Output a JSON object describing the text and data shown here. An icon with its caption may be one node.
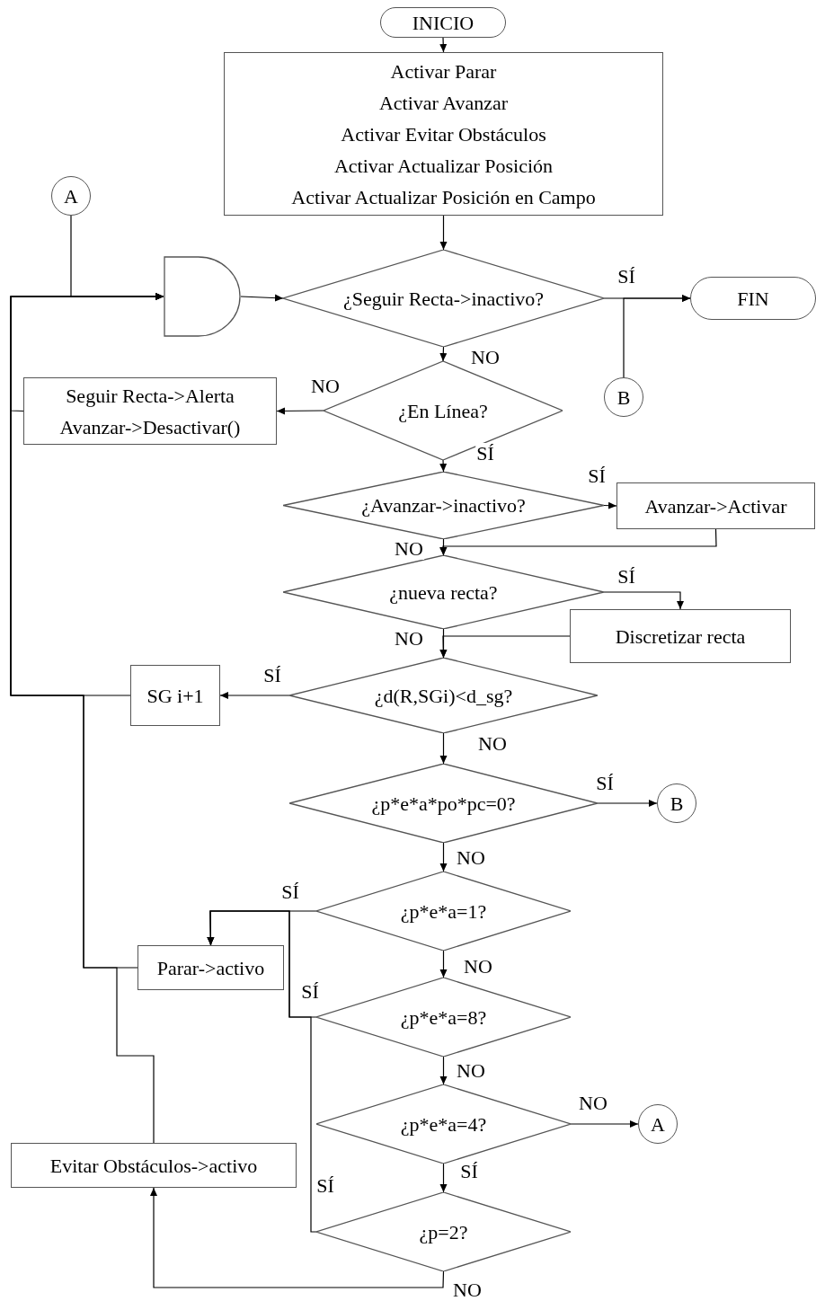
{
  "diagram": {
    "nodes": [
      {
        "text": [
          "INICIO"
        ]
      },
      {
        "text": [
          "Activar Parar",
          "Activar Avanzar",
          "Activar Evitar Obstáculos",
          "Activar Actualizar Posición",
          "Activar Actualizar Posición en Campo"
        ]
      },
      {
        "text": [
          "A"
        ]
      },
      {
        "text": [],
        "shape": "gate"
      },
      {
        "text": [
          "¿Seguir Recta->inactivo?"
        ]
      },
      {
        "text": [
          "FIN"
        ]
      },
      {
        "text": [
          "B"
        ]
      },
      {
        "text": [
          "Seguir Recta->Alerta",
          "Avanzar->Desactivar()"
        ]
      },
      {
        "text": [
          "¿En Línea?"
        ]
      },
      {
        "text": [
          "¿Avanzar->inactivo?"
        ]
      },
      {
        "text": [
          "Avanzar->Activar"
        ]
      },
      {
        "text": [
          "¿nueva recta?"
        ]
      },
      {
        "text": [
          "Discretizar recta"
        ]
      },
      {
        "text": [
          "SG i+1"
        ]
      },
      {
        "text": [
          "¿d(R,SGi)<d_sg?"
        ]
      },
      {
        "text": [
          "¿p*e*a*po*pc=0?"
        ]
      },
      {
        "text": [
          "B"
        ]
      },
      {
        "text": [
          "¿p*e*a=1?"
        ]
      },
      {
        "text": [
          "Parar->activo"
        ]
      },
      {
        "text": [
          "¿p*e*a=8?"
        ]
      },
      {
        "text": [
          "¿p*e*a=4?"
        ]
      },
      {
        "text": [
          "A"
        ]
      },
      {
        "text": [
          "Evitar Obstáculos->activo"
        ]
      },
      {
        "text": [
          "¿p=2?"
        ]
      }
    ],
    "edges": [
      {
        "from": 0,
        "to": 1,
        "arrow": "to"
      },
      {
        "from": 1,
        "to": 4,
        "arrow": "to"
      },
      {
        "from": 2,
        "to": 3,
        "arrow": "to"
      },
      {
        "from": 7,
        "to": 3,
        "arrow": "to"
      },
      {
        "from": 13,
        "to": 3,
        "arrow": "to"
      },
      {
        "from": 3,
        "to": 4,
        "arrow": "to"
      },
      {
        "from": 4,
        "to": 5,
        "arrow": "to",
        "label": "SÍ"
      },
      {
        "from": 6,
        "to": 5,
        "arrow": "to"
      },
      {
        "from": 4,
        "to": 8,
        "arrow": "to",
        "label": "NO"
      },
      {
        "from": 8,
        "to": 7,
        "arrow": "to",
        "label": "NO"
      },
      {
        "from": 8,
        "to": 9,
        "arrow": "to",
        "label": "SÍ"
      },
      {
        "from": 9,
        "to": 10,
        "arrow": "to",
        "label": "SÍ"
      },
      {
        "from": 9,
        "to": 11,
        "arrow": "to",
        "label": "NO"
      },
      {
        "from": 10,
        "to": 11,
        "arrow": "to"
      },
      {
        "from": 11,
        "to": 12,
        "arrow": "to",
        "label": "SÍ"
      },
      {
        "from": 11,
        "to": 14,
        "arrow": "to",
        "label": "NO"
      },
      {
        "from": 12,
        "to": 14,
        "arrow": "to"
      },
      {
        "from": 14,
        "to": 13,
        "arrow": "to",
        "label": "SÍ"
      },
      {
        "from": 14,
        "to": 15,
        "arrow": "to",
        "label": "NO"
      },
      {
        "from": 15,
        "to": 16,
        "arrow": "to",
        "label": "SÍ"
      },
      {
        "from": 15,
        "to": 17,
        "arrow": "to",
        "label": "NO"
      },
      {
        "from": 17,
        "to": 18,
        "arrow": "to",
        "label": "SÍ"
      },
      {
        "from": 18,
        "to": 3,
        "arrow": "to"
      },
      {
        "from": 17,
        "to": 19,
        "arrow": "to",
        "label": "NO"
      },
      {
        "from": 19,
        "to": 18,
        "arrow": "to",
        "label": "SÍ"
      },
      {
        "from": 19,
        "to": 20,
        "arrow": "to",
        "label": "NO"
      },
      {
        "from": 20,
        "to": 21,
        "arrow": "to",
        "label": "NO"
      },
      {
        "from": 20,
        "to": 23,
        "arrow": "to",
        "label": "SÍ"
      },
      {
        "from": 23,
        "to": 18,
        "arrow": "to",
        "label": "SÍ"
      },
      {
        "from": 23,
        "to": 22,
        "arrow": "to",
        "label": "NO"
      },
      {
        "from": 22,
        "to": 3,
        "arrow": "to"
      }
    ]
  }
}
